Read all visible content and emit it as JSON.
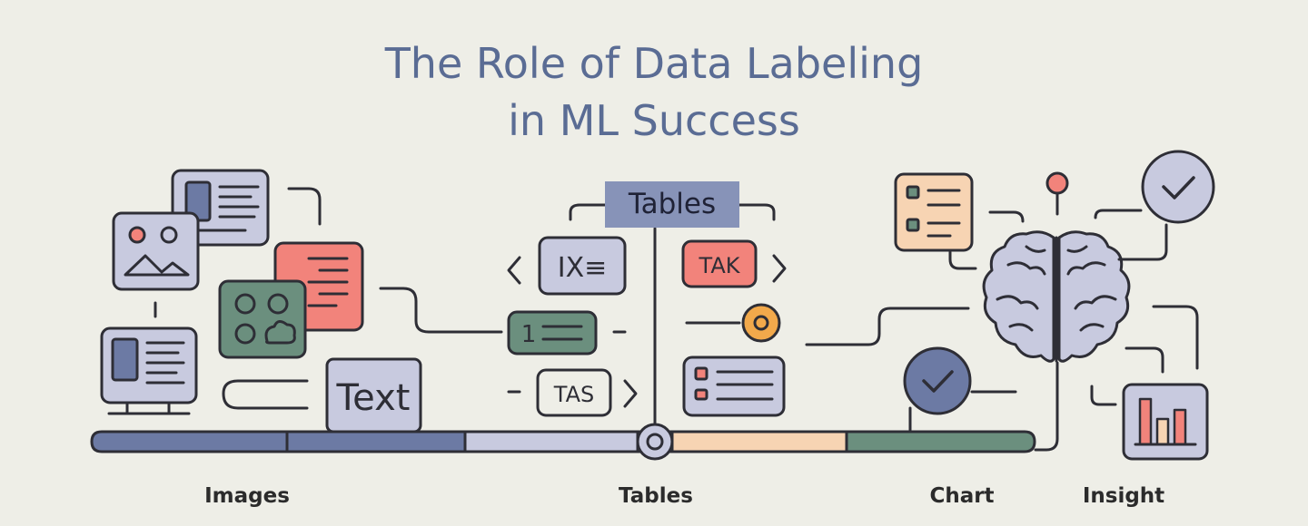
{
  "title": {
    "line1": "The Role of Data Labeling",
    "line2": "in ML Success"
  },
  "tables_tag": "Tables",
  "text_card": "Text",
  "cards": {
    "table_card_1": "IX≡",
    "table_card_tak": "TAK",
    "table_card_tas": "TAS",
    "table_card_num": "1"
  },
  "stages": [
    {
      "label": "Images"
    },
    {
      "label": "Tables"
    },
    {
      "label": "Chart"
    },
    {
      "label": "Insight"
    }
  ],
  "colors": {
    "background": "#eeeee7",
    "title": "#5a6c94",
    "stroke": "#2e2e36",
    "lavender": "#c8cadf",
    "salmon": "#f2837b",
    "green": "#6b8f7e",
    "peach": "#f7d4b3",
    "orange": "#f2a94b",
    "navy": "#6c7aa4",
    "tag": "#8793b8"
  }
}
